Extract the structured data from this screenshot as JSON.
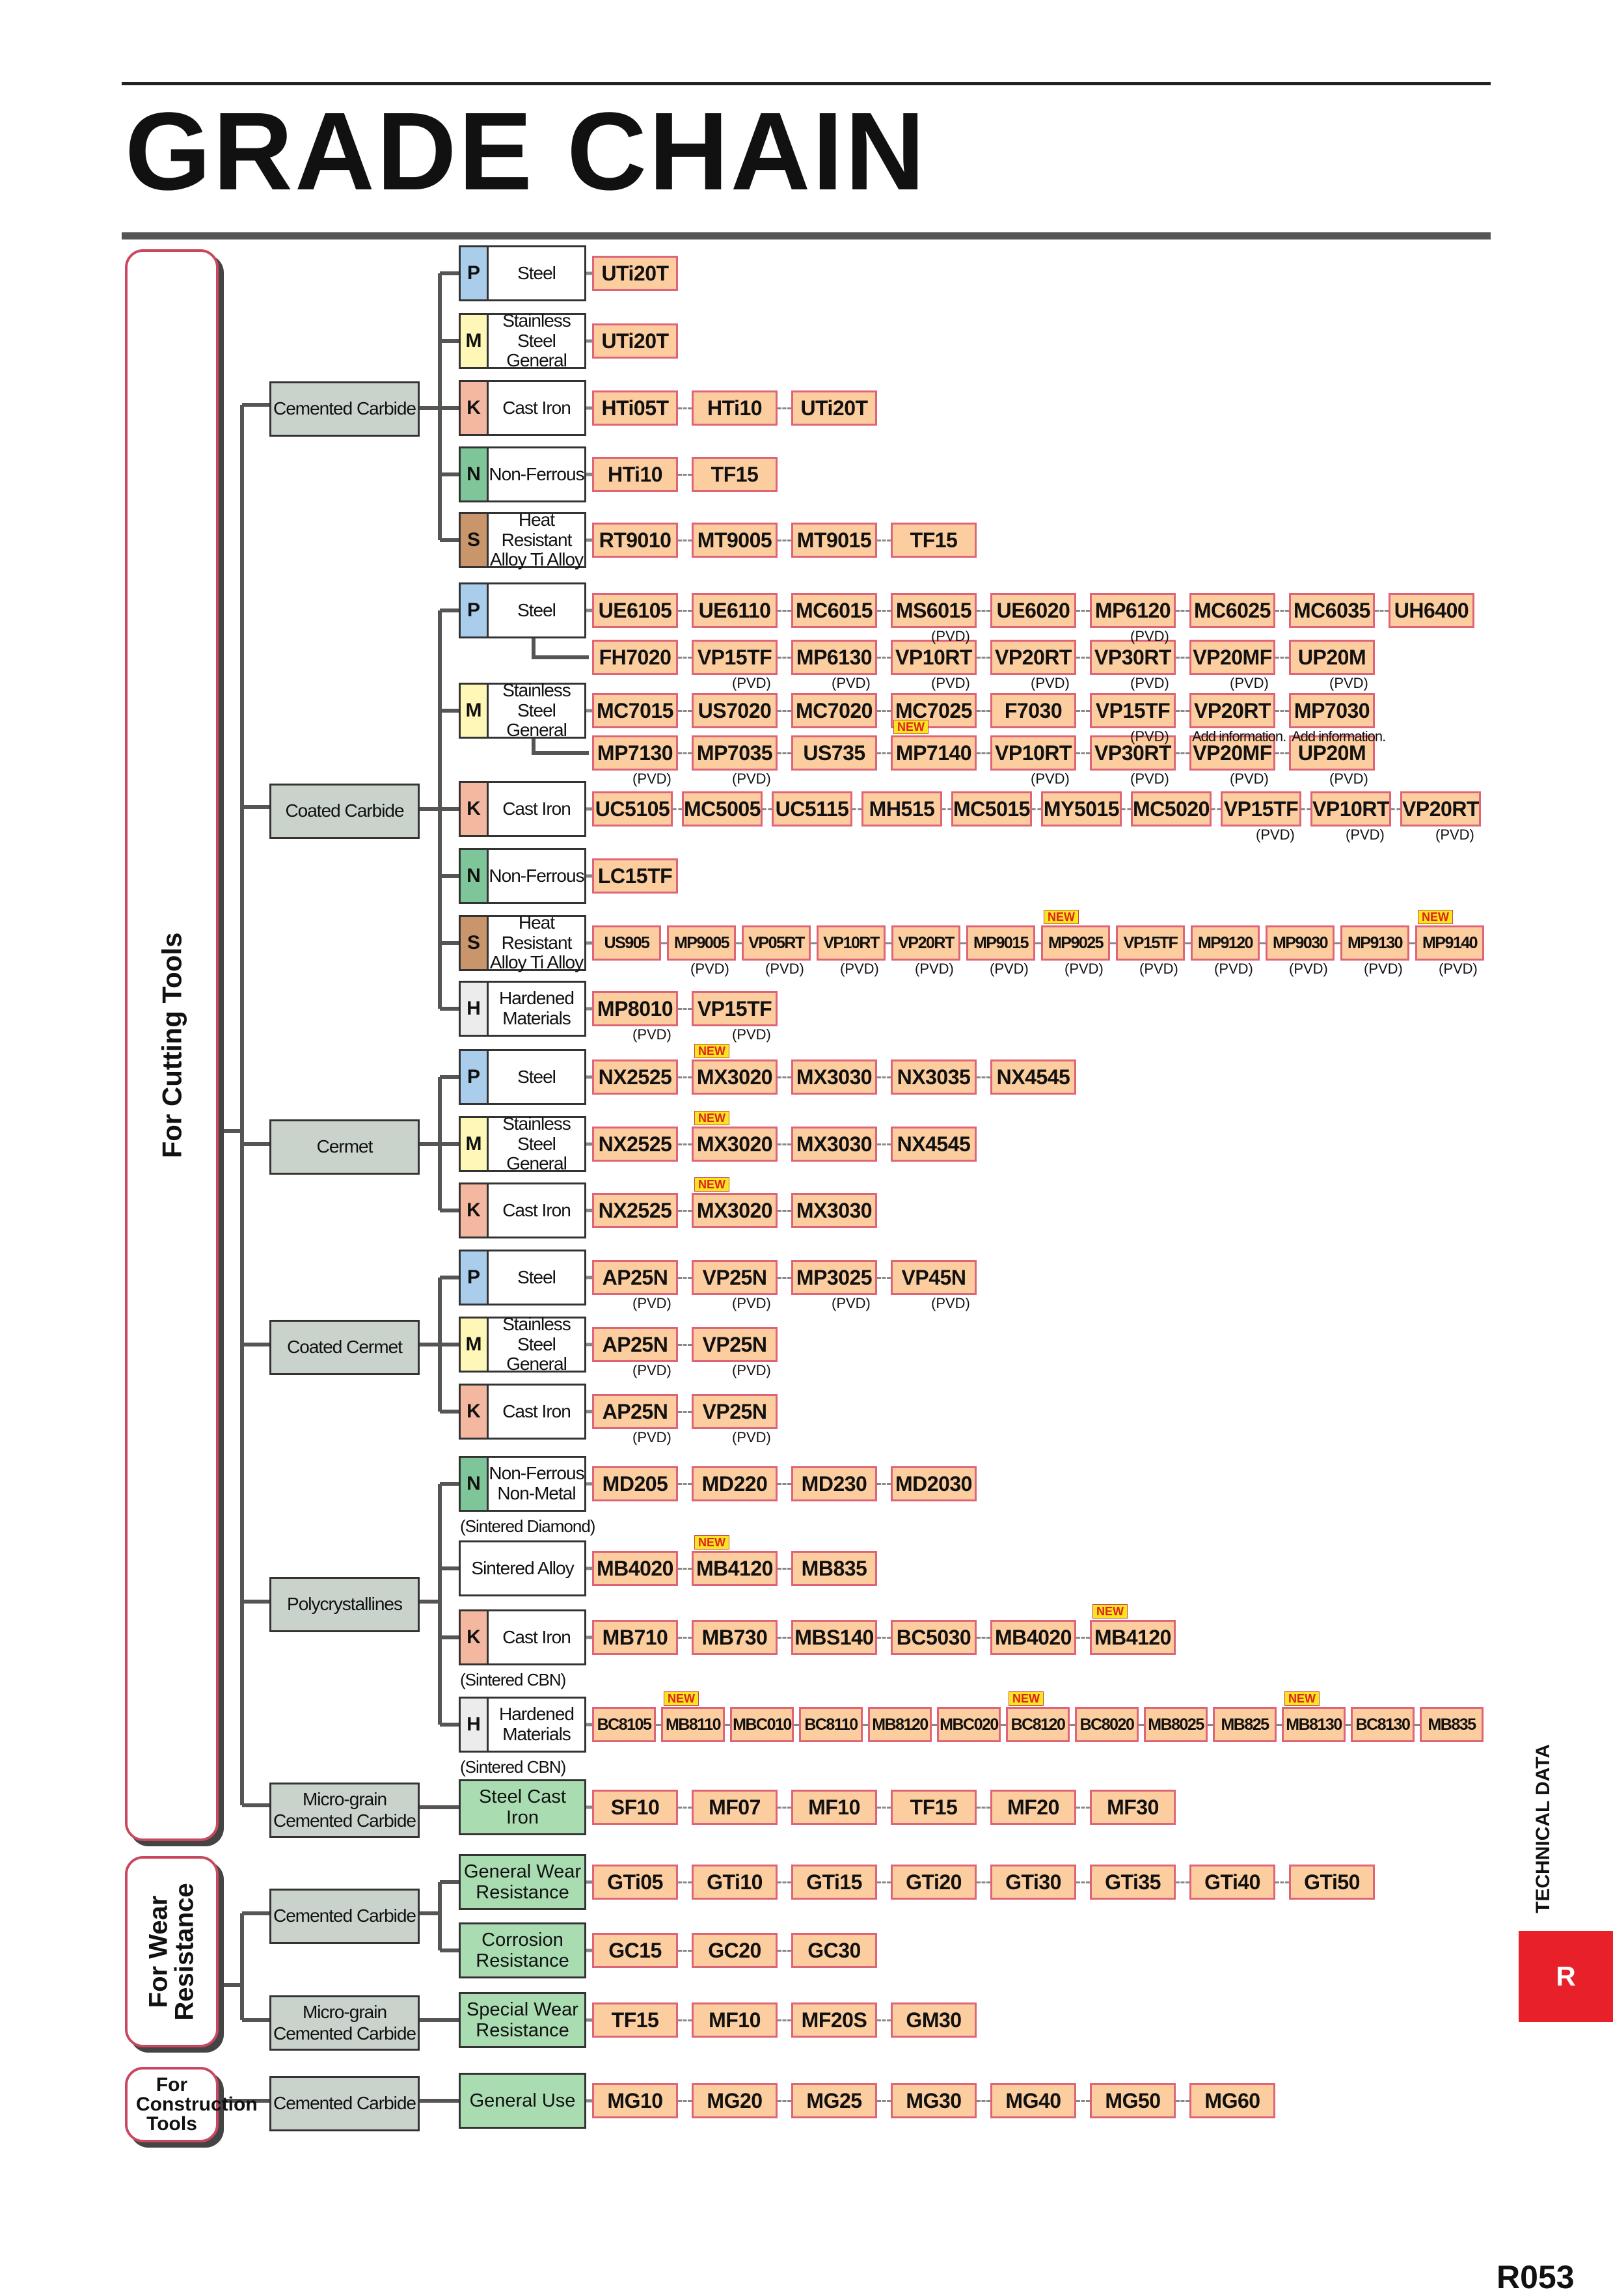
{
  "page": {
    "title": "GRADE CHAIN",
    "page_number": "R053",
    "side_label": "TECHNICAL DATA",
    "tab": "R",
    "new_badge": "NEW",
    "pvd": "(PVD)"
  },
  "sections": {
    "cutting": "For Cutting Tools",
    "wear": "For Wear Resistance",
    "construction": "For Construction Tools"
  },
  "categories": {
    "cemented_carbide": "Cemented Carbide",
    "coated_carbide": "Coated Carbide",
    "cermet": "Cermet",
    "coated_cermet": "Coated Cermet",
    "polycrystallines": "Polycrystallines",
    "micro_grain": "Micro-grain Cemented Carbide",
    "wear_cemented_carbide": "Cemented Carbide",
    "wear_micro_grain": "Micro-grain Cemented Carbide",
    "construction_cemented_carbide": "Cemented Carbide"
  },
  "materials": {
    "steel": "Steel",
    "stainless": "Stainless Steel General",
    "cast_iron": "Cast Iron",
    "non_ferrous": "Non-Ferrous",
    "heat_resistant": "Heat Resistant Alloy Ti Alloy",
    "hardened": "Hardened Materials",
    "non_ferrous_metal": "Non-Ferrous Non-Metal",
    "sintered_alloy": "Sintered Alloy",
    "sintered_diamond": "(Sintered Diamond)",
    "sintered_cbn": "(Sintered CBN)",
    "steel_cast_iron": "Steel Cast Iron",
    "general_wear": "General Wear Resistance",
    "corrosion": "Corrosion Resistance",
    "special_wear": "Special Wear Resistance",
    "general_use": "General Use"
  },
  "letters": {
    "P": "P",
    "M": "M",
    "K": "K",
    "N": "N",
    "S": "S",
    "H": "H"
  },
  "notes": {
    "add_info": "Add information."
  },
  "grades": {
    "cc_p": [
      "UTi20T"
    ],
    "cc_m": [
      "UTi20T"
    ],
    "cc_k": [
      "HTi05T",
      "HTi10",
      "UTi20T"
    ],
    "cc_n": [
      "HTi10",
      "TF15"
    ],
    "cc_s": [
      "RT9010",
      "MT9005",
      "MT9015",
      "TF15"
    ],
    "co_p1": [
      "UE6105",
      "UE6110",
      "MC6015",
      "MS6015",
      "UE6020",
      "MP6120",
      "MC6025",
      "MC6035",
      "UH6400"
    ],
    "co_p2": [
      "FH7020",
      "VP15TF",
      "MP6130",
      "VP10RT",
      "VP20RT",
      "VP30RT",
      "VP20MF",
      "UP20M"
    ],
    "co_m1": [
      "MC7015",
      "US7020",
      "MC7020",
      "MC7025",
      "F7030",
      "VP15TF",
      "VP20RT",
      "MP7030"
    ],
    "co_m2": [
      "MP7130",
      "MP7035",
      "US735",
      "MP7140",
      "VP10RT",
      "VP30RT",
      "VP20MF",
      "UP20M"
    ],
    "co_k": [
      "UC5105",
      "MC5005",
      "UC5115",
      "MH515",
      "MC5015",
      "MY5015",
      "MC5020",
      "VP15TF",
      "VP10RT",
      "VP20RT"
    ],
    "co_n": [
      "LC15TF"
    ],
    "co_s": [
      "US905",
      "MP9005",
      "VP05RT",
      "VP10RT",
      "VP20RT",
      "MP9015",
      "MP9025",
      "VP15TF",
      "MP9120",
      "MP9030",
      "MP9130",
      "MP9140"
    ],
    "co_h": [
      "MP8010",
      "VP15TF"
    ],
    "ce_p": [
      "NX2525",
      "MX3020",
      "MX3030",
      "NX3035",
      "NX4545"
    ],
    "ce_m": [
      "NX2525",
      "MX3020",
      "MX3030",
      "NX4545"
    ],
    "ce_k": [
      "NX2525",
      "MX3020",
      "MX3030"
    ],
    "cce_p": [
      "AP25N",
      "VP25N",
      "MP3025",
      "VP45N"
    ],
    "cce_m": [
      "AP25N",
      "VP25N"
    ],
    "cce_k": [
      "AP25N",
      "VP25N"
    ],
    "pc_n": [
      "MD205",
      "MD220",
      "MD230",
      "MD2030"
    ],
    "pc_sa": [
      "MB4020",
      "MB4120",
      "MB835"
    ],
    "pc_k": [
      "MB710",
      "MB730",
      "MBS140",
      "BC5030",
      "MB4020",
      "MB4120"
    ],
    "pc_h": [
      "BC8105",
      "MB8110",
      "MBC010",
      "BC8110",
      "MB8120",
      "MBC020",
      "BC8120",
      "BC8020",
      "MB8025",
      "MB825",
      "MB8130",
      "BC8130",
      "MB835"
    ],
    "mg": [
      "SF10",
      "MF07",
      "MF10",
      "TF15",
      "MF20",
      "MF30"
    ],
    "wr_gen": [
      "GTi05",
      "GTi10",
      "GTi15",
      "GTi20",
      "GTi30",
      "GTi35",
      "GTi40",
      "GTi50"
    ],
    "wr_cor": [
      "GC15",
      "GC20",
      "GC30"
    ],
    "wr_sp": [
      "TF15",
      "MF10",
      "MF20S",
      "GM30"
    ],
    "ct": [
      "MG10",
      "MG20",
      "MG25",
      "MG30",
      "MG40",
      "MG50",
      "MG60"
    ]
  },
  "colors": {
    "P": "#a9cdea",
    "M": "#fff7b8",
    "K": "#f4b8a0",
    "N": "#7fc59a",
    "S": "#c9956b",
    "H": "#ececec",
    "grade_fill": "#fccd9e",
    "grade_border": "#e06477",
    "category_fill": "#c9d3cc",
    "green_fill": "#a9dcb0",
    "tab": "#e8202a"
  }
}
